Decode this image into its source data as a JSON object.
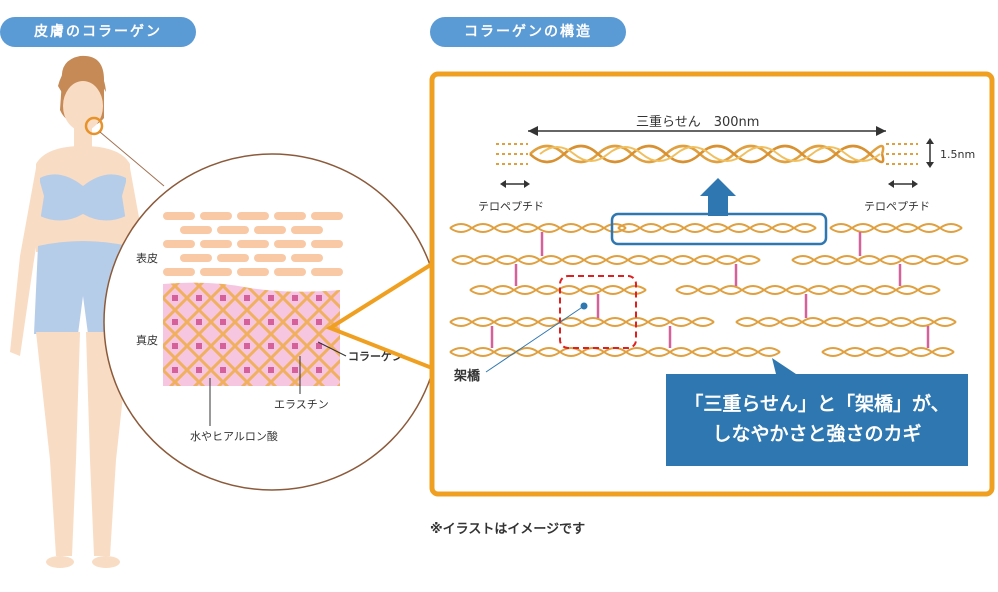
{
  "headers": {
    "left": "皮膚のコラーゲン",
    "right": "コラーゲンの構造"
  },
  "skin": {
    "epidermis": "表皮",
    "dermis": "真皮",
    "collagen": "コラーゲン",
    "elastin": "エラスチン",
    "hyaluronic": "水やヒアルロン酸"
  },
  "structure": {
    "helix_label": "三重らせん　300nm",
    "width_label": "1.5nm",
    "telopeptide_left": "テロペプチド",
    "telopeptide_right": "テロペプチド",
    "crosslink": "架橋",
    "callout_line1": "「三重らせん」と「架橋」が、",
    "callout_line2": "しなやかさと強さのカギ"
  },
  "note": "※イラストはイメージです",
  "colors": {
    "pill": "#5b9bd5",
    "frame": "#f0a020",
    "callout": "#2e77b0",
    "crosslink": "#d0457f"
  }
}
